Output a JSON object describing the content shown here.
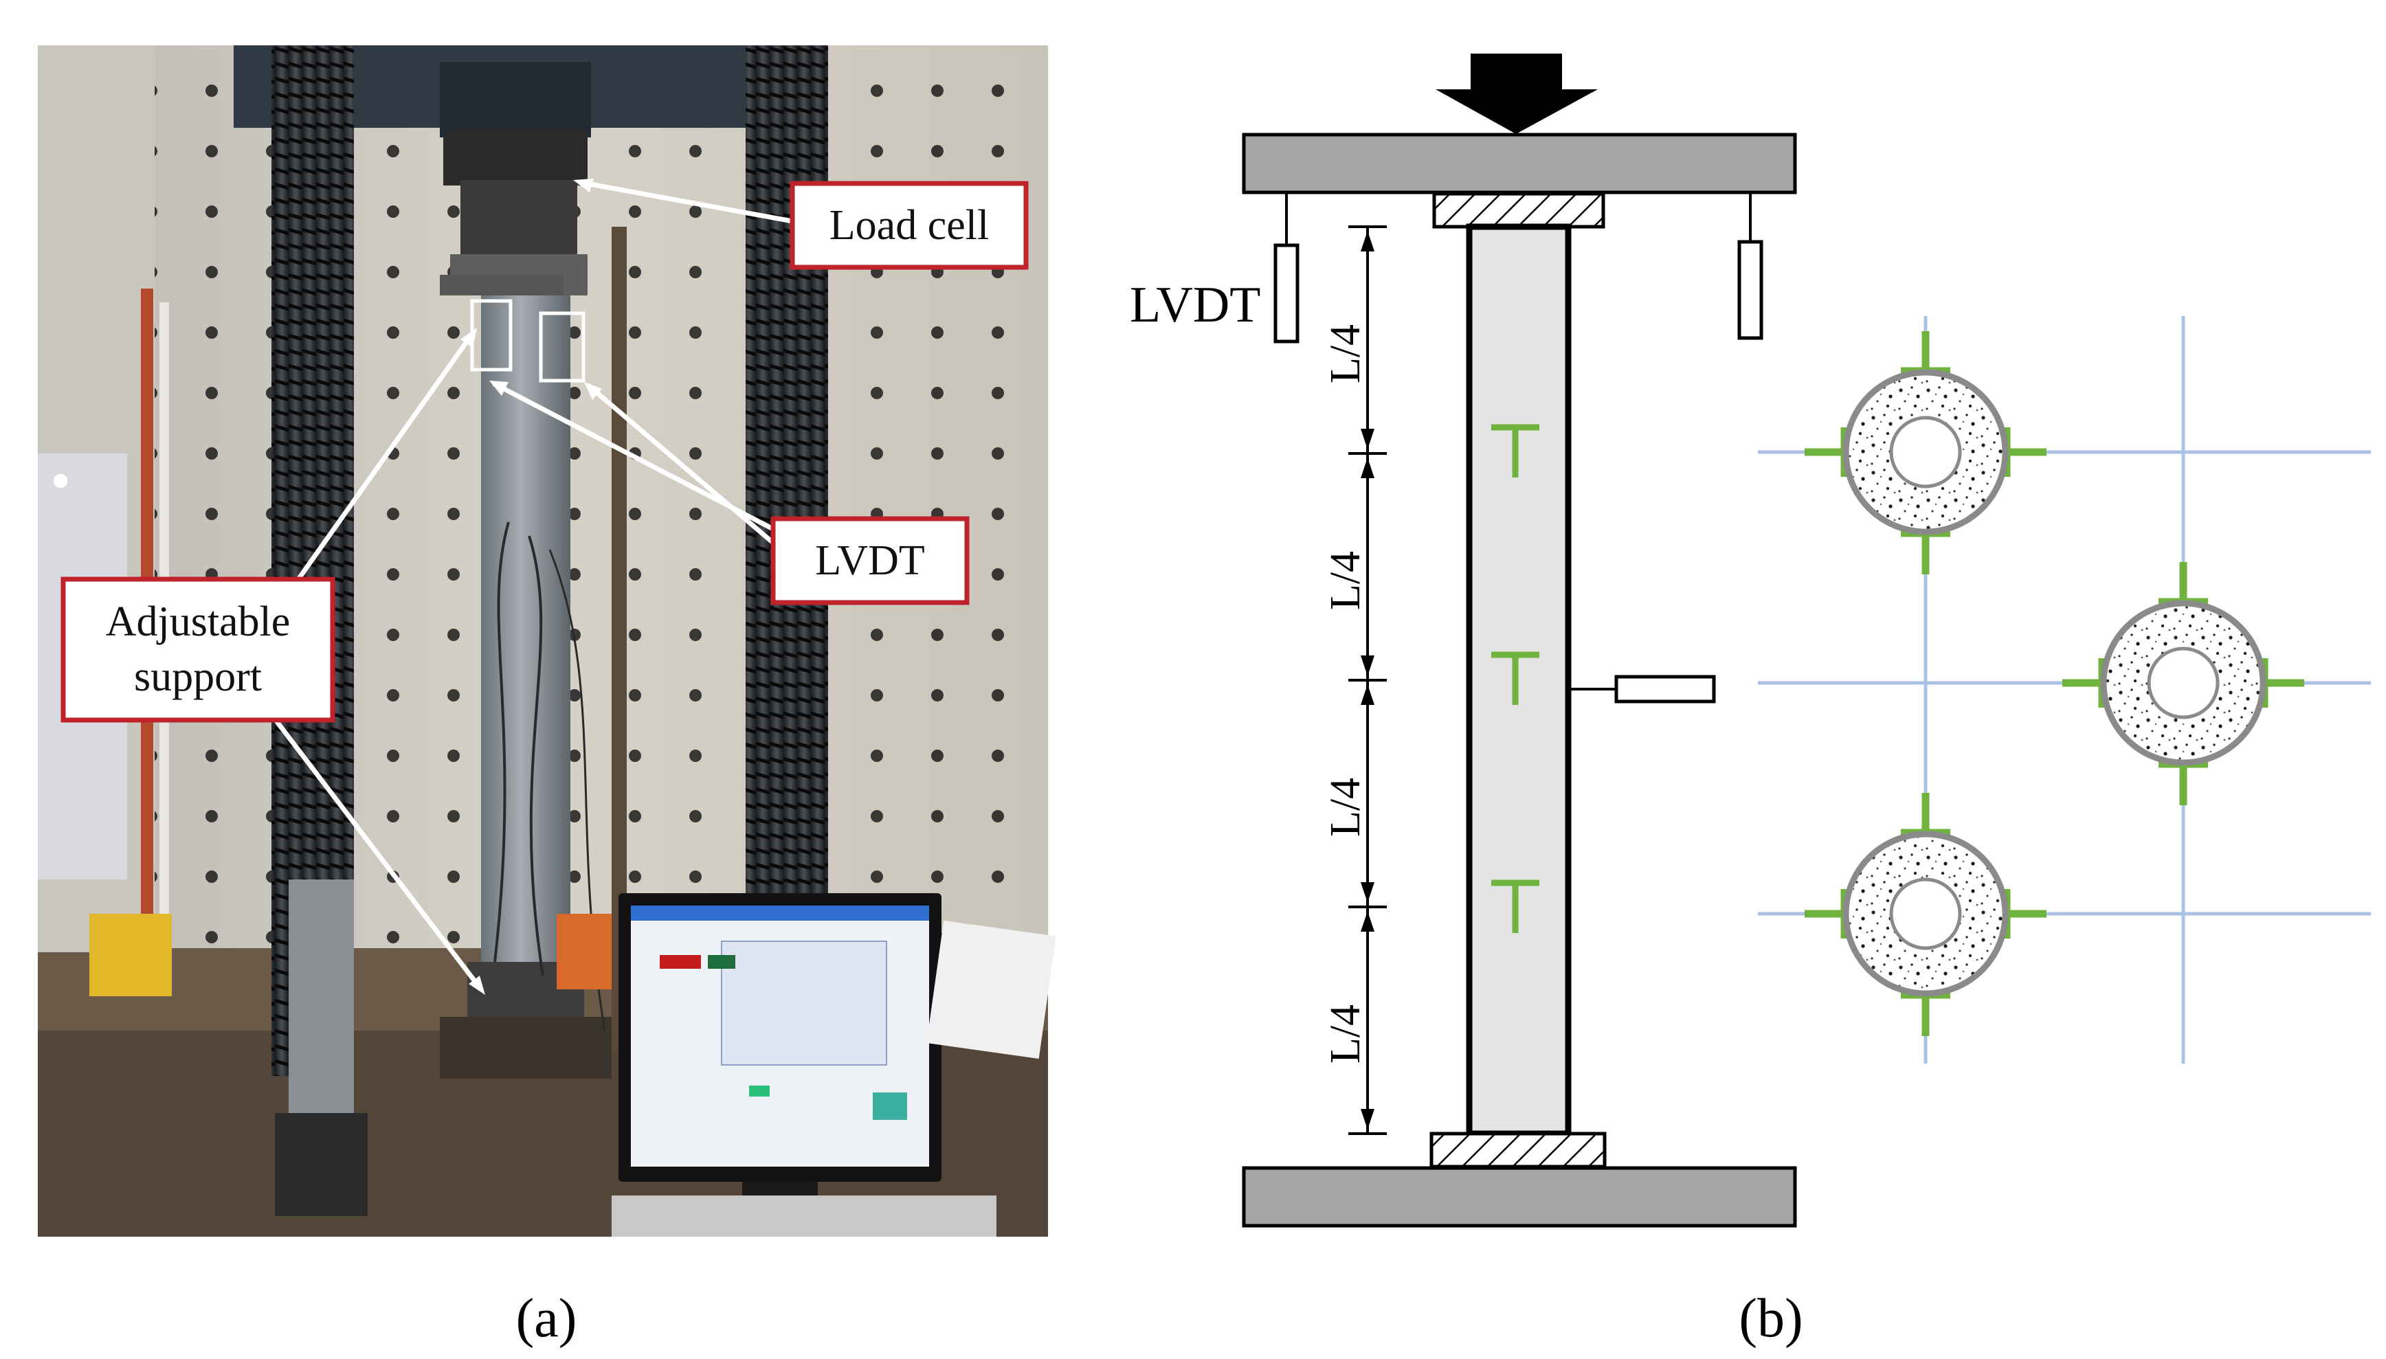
{
  "panel_a": {
    "callouts": {
      "load_cell": "Load cell",
      "lvdt": "LVDT",
      "adjustable_support_line1": "Adjustable",
      "adjustable_support_line2": "support"
    },
    "caption": "(a)"
  },
  "panel_b": {
    "lvdt_label": "LVDT",
    "dimension_labels": [
      "L/4",
      "L/4",
      "L/4",
      "L/4"
    ],
    "caption": "(b)"
  },
  "colors": {
    "callout_border": "#c0222b",
    "gauge_green": "#6fb23e",
    "grid_blue": "#a9c3e6",
    "plate_gray": "#a6a6a6",
    "column_fill": "#e4e4e4"
  }
}
